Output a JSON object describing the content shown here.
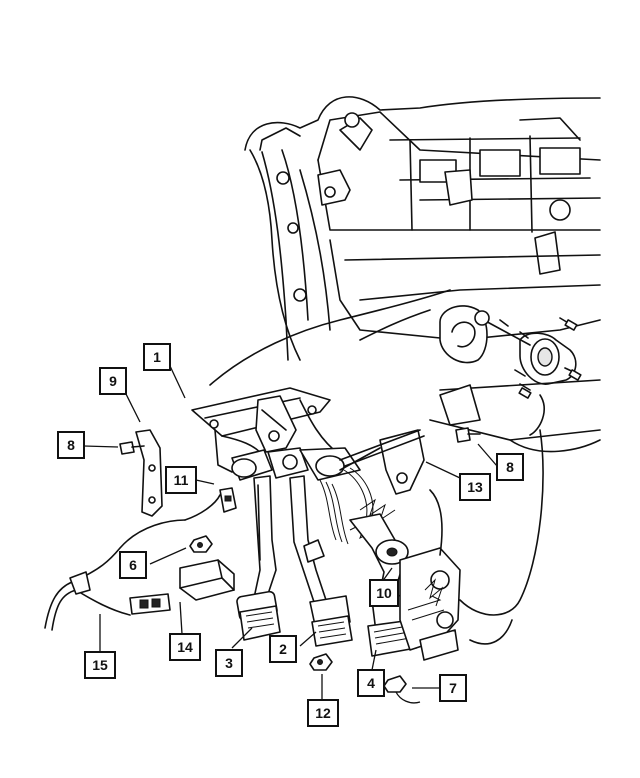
{
  "callouts": [
    {
      "id": "c1",
      "label": "1"
    },
    {
      "id": "c2",
      "label": "2"
    },
    {
      "id": "c3",
      "label": "3"
    },
    {
      "id": "c4",
      "label": "4"
    },
    {
      "id": "c6",
      "label": "6"
    },
    {
      "id": "c7",
      "label": "7"
    },
    {
      "id": "c8a",
      "label": "8"
    },
    {
      "id": "c8b",
      "label": "8"
    },
    {
      "id": "c9",
      "label": "9"
    },
    {
      "id": "c10",
      "label": "10"
    },
    {
      "id": "c11",
      "label": "11"
    },
    {
      "id": "c12",
      "label": "12"
    },
    {
      "id": "c13",
      "label": "13"
    },
    {
      "id": "c14",
      "label": "14"
    },
    {
      "id": "c15",
      "label": "15"
    }
  ]
}
